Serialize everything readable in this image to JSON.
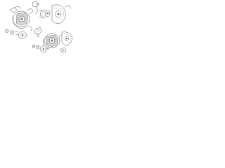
{
  "diagram": {
    "kind": "exploded-parts-view",
    "line_color": "#3a3a3a",
    "background": "#ffffff",
    "assemblies": [
      {
        "id": "upper",
        "icon": "alternator-icon"
      },
      {
        "id": "lower",
        "icon": "alternator-icon"
      }
    ]
  }
}
